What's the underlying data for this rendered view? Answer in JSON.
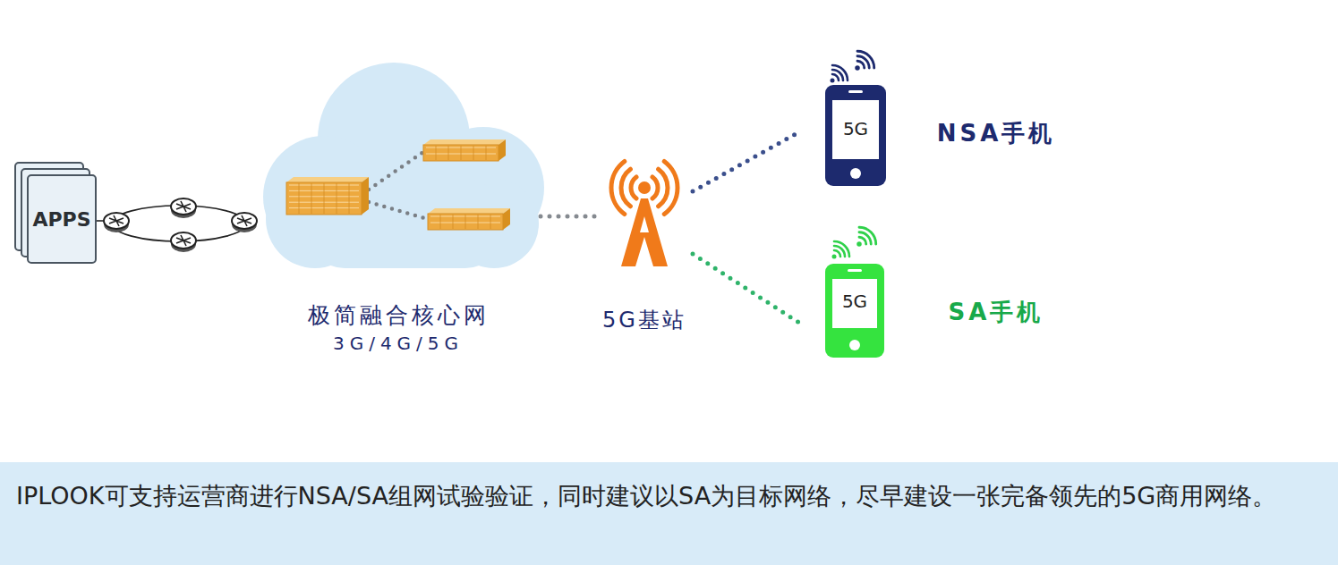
{
  "diagram": {
    "caption": "IPLOOK可支持运营商进行NSA/SA组网试验验证，同时建议以SA为目标网络，尽早建设一张完备领先的5G商用网络。",
    "nodes": [
      {
        "text": [
          "APPS"
        ]
      },
      {
        "text": [
          "极简融合核心网",
          "3G/4G/5G"
        ]
      },
      {
        "text": [
          "5G基站"
        ]
      },
      {
        "text": [
          "5G",
          "NSA手机"
        ]
      },
      {
        "text": [
          "5G",
          "SA手机"
        ]
      }
    ],
    "edges": [
      {
        "from": 1,
        "to": 2,
        "arrow": "none"
      },
      {
        "from": 2,
        "to": 3,
        "arrow": "none"
      },
      {
        "from": 2,
        "to": 4,
        "arrow": "none"
      }
    ]
  }
}
